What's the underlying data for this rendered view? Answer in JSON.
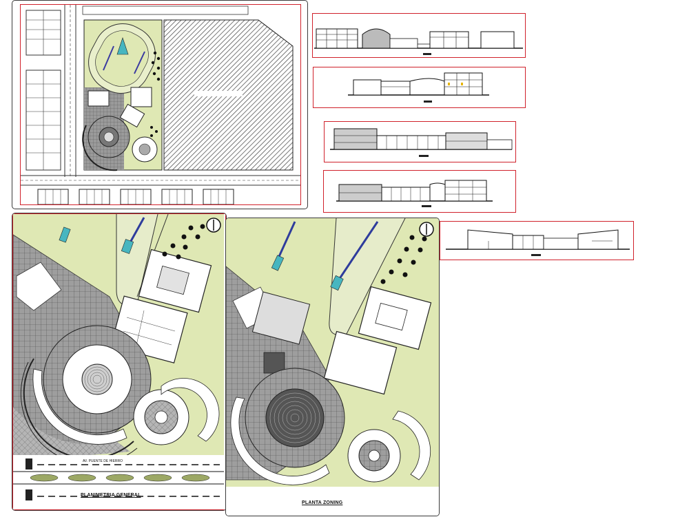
{
  "drawing": {
    "background": "#ffffff",
    "frame_color": "#d0202a",
    "site_fill": "#dfe8b4",
    "paving_fill": "#8c8c8c",
    "water_fill": "#47b6c0"
  },
  "sheets": {
    "site_plan": {
      "block_label": ""
    },
    "elevations": [
      {
        "caption": ""
      },
      {
        "caption": ""
      },
      {
        "caption": ""
      },
      {
        "caption": ""
      },
      {
        "caption": ""
      }
    ],
    "general_plan": {
      "title": "PLANIMETRIA GENERAL",
      "avenue_label": "AV. PUENTE DE HIERRO",
      "north_icon": "north-arrow-icon"
    },
    "zoning_plan": {
      "title": "PLANTA ZONING",
      "north_icon": "north-arrow-icon"
    }
  }
}
